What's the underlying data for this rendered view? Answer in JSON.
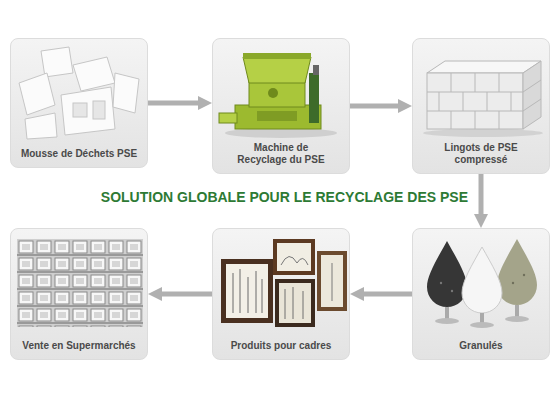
{
  "diagram": {
    "title": "SOLUTION GLOBALE POUR LE RECYCLAGE DES PSE",
    "nodes": [
      {
        "text": [
          "Mousse de Déchets PSE"
        ]
      },
      {
        "text": [
          "Machine de Recyclage du PSE"
        ]
      },
      {
        "text": [
          "Lingots de PSE compressé"
        ]
      },
      {
        "text": [
          "Granulés"
        ]
      },
      {
        "text": [
          "Produits pour cadres"
        ]
      },
      {
        "text": [
          "Vente en Supermarchés"
        ]
      }
    ],
    "edges": [
      {
        "from": 0,
        "to": 1,
        "arrow": "to"
      },
      {
        "from": 1,
        "to": 2,
        "arrow": "to"
      },
      {
        "from": 2,
        "to": 3,
        "arrow": "to"
      },
      {
        "from": 3,
        "to": 4,
        "arrow": "to"
      },
      {
        "from": 4,
        "to": 5,
        "arrow": "to"
      }
    ]
  }
}
